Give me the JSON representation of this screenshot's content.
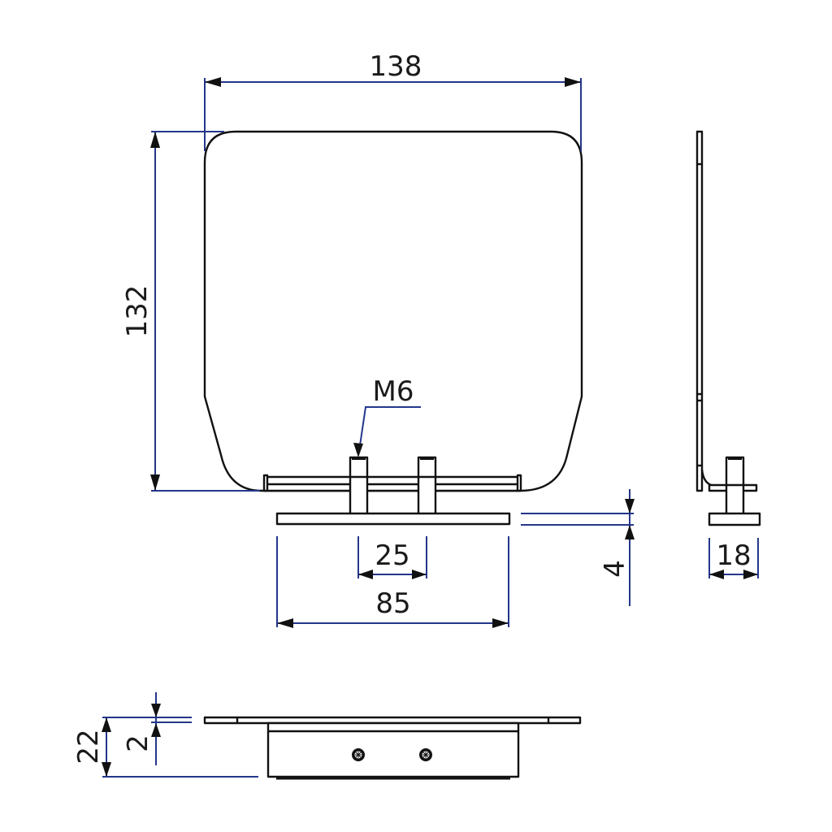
{
  "drawing": {
    "title": "Seat plate with M6 studs - dimensioned drawing",
    "colors": {
      "part_outline": "#111111",
      "dimension_line": "#23378a",
      "text": "#1a1a1a",
      "background": "#ffffff"
    },
    "units": "mm",
    "front_view": {
      "width_label": "138",
      "height_label": "132",
      "thread_label": "M6",
      "stud_spacing_label": "25",
      "base_width_label": "85",
      "base_thickness_label": "4"
    },
    "side_view": {
      "depth_label": "18"
    },
    "top_view": {
      "total_height_label": "22",
      "plate_thickness_label": "2"
    }
  }
}
